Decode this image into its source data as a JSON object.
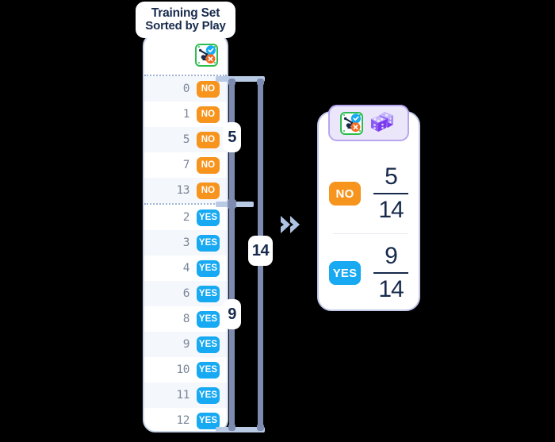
{
  "title": {
    "line1": "Training Set",
    "line2": "Sorted by Play"
  },
  "icons": {
    "classifier": "classifier-icon",
    "dice": "dice-icon",
    "arrow": "double-chevron-right-icon"
  },
  "table": {
    "rows": [
      {
        "index": "0",
        "label": "NO",
        "kind": "no"
      },
      {
        "index": "1",
        "label": "NO",
        "kind": "no"
      },
      {
        "index": "5",
        "label": "NO",
        "kind": "no"
      },
      {
        "index": "7",
        "label": "NO",
        "kind": "no"
      },
      {
        "index": "13",
        "label": "NO",
        "kind": "no"
      },
      {
        "index": "2",
        "label": "YES",
        "kind": "yes"
      },
      {
        "index": "3",
        "label": "YES",
        "kind": "yes"
      },
      {
        "index": "4",
        "label": "YES",
        "kind": "yes"
      },
      {
        "index": "6",
        "label": "YES",
        "kind": "yes"
      },
      {
        "index": "8",
        "label": "YES",
        "kind": "yes"
      },
      {
        "index": "9",
        "label": "YES",
        "kind": "yes"
      },
      {
        "index": "10",
        "label": "YES",
        "kind": "yes"
      },
      {
        "index": "11",
        "label": "YES",
        "kind": "yes"
      },
      {
        "index": "12",
        "label": "YES",
        "kind": "yes"
      }
    ]
  },
  "brackets": {
    "no_count": "5",
    "yes_count": "9",
    "total_count": "14"
  },
  "probabilities": {
    "no": {
      "label": "NO",
      "numerator": "5",
      "denominator": "14"
    },
    "yes": {
      "label": "YES",
      "numerator": "9",
      "denominator": "14"
    }
  },
  "colors": {
    "no_badge": "#F7941E",
    "yes_badge": "#17A9F2",
    "classifier_border": "#2BBD4E",
    "dice": "#8B5CF6",
    "panel_border": "#C9D6EA",
    "right_panel_border": "#C1C9E8",
    "right_header_bg": "#ECE6FB",
    "bracket": "#7D8BB0",
    "text_dark": "#172A4C"
  }
}
